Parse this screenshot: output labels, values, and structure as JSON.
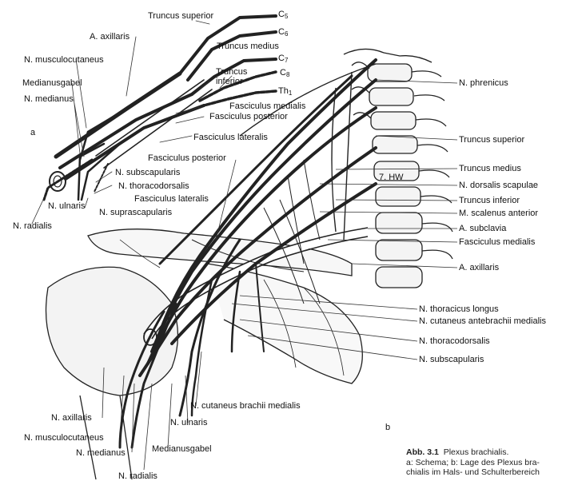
{
  "labels": {
    "truncus_superior_a": "Truncus superior",
    "c5": "C",
    "c5_sub": "5",
    "c6": "C",
    "c6_sub": "6",
    "c7": "C",
    "c7_sub": "7",
    "c8": "C",
    "c8_sub": "8",
    "th1": "Th",
    "th1_sub": "1",
    "a_axillaris_a": "A. axillaris",
    "truncus_medius_a": "Truncus medius",
    "n_musculocutaneus_a": "N. musculocutaneus",
    "truncus_inferior_a_1": "Truncus",
    "truncus_inferior_a_2": "inferior",
    "medianusgabel_a": "Medianusgabel",
    "n_medianus_a": "N. medianus",
    "fasciculus_medialis_a": "Fasciculus medialis",
    "fasciculus_posterior_a": "Fasciculus posterior",
    "fasciculus_lateralis_a": "Fasciculus lateralis",
    "n_subscapularis_a": "N. subscapularis",
    "n_thoracodorsalis_a": "N. thoracodorsalis",
    "fasciculus_lateralis_b": "Fasciculus lateralis",
    "n_ulnaris_a": "N. ulnaris",
    "n_suprascapularis": "N. suprascapularis",
    "n_radialis_a": "N. radialis",
    "fasciculus_posterior_b": "Fasciculus posterior",
    "n_phrenicus": "N. phrenicus",
    "truncus_superior_b": "Truncus superior",
    "truncus_medius_b": "Truncus medius",
    "hw7": "7. HW",
    "n_dorsalis_scapulae": "N. dorsalis scapulae",
    "truncus_inferior_b": "Truncus inferior",
    "m_scalenus_anterior": "M. scalenus anterior",
    "a_subclavia": "A. subclavia",
    "fasciculus_medialis_b": "Fasciculus medialis",
    "a_axillaris_b": "A. axillaris",
    "n_thoracicus_longus": "N. thoracicus longus",
    "n_cutaneus_antebrachii_medialis": "N. cutaneus antebrachii medialis",
    "n_thoracodorsalis_b": "N. thoracodorsalis",
    "n_subscapularis_b": "N. subscapularis",
    "n_cutaneus_brachii_medialis": "N. cutaneus brachii medialis",
    "n_axillaris": "N. axillaris",
    "n_ulnaris_b": "N. ulnaris",
    "n_musculocutaneus_b": "N. musculocutaneus",
    "n_medianus_b": "N. medianus",
    "medianusgabel_b": "Medianusgabel",
    "n_radialis_b": "N. radialis"
  },
  "panels": {
    "a": "a",
    "b": "b"
  },
  "caption": {
    "title": "Abb. 3.1",
    "title_text": "Plexus brachialis.",
    "line2": "a: Schema; b: Lage des Plexus bra-",
    "line3": "chialis im Hals- und Schulterbereich"
  }
}
